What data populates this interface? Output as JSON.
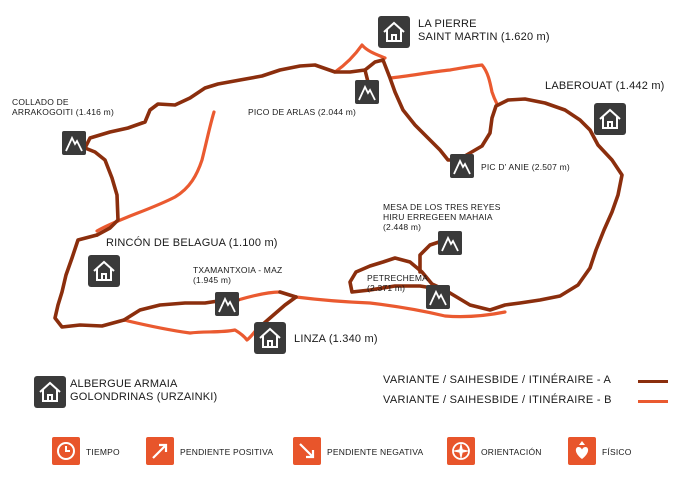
{
  "colors": {
    "variant_a": "#8b2e0d",
    "variant_b": "#ea5a30",
    "pin": "#3a3a3a",
    "icon_bg": "#e8552b"
  },
  "places": {
    "la_pierre": "LA PIERRE\nSAINT MARTIN (1.620 m)",
    "laberouat": "LABEROUAT (1.442 m)",
    "collado": "COLLADO DE\nARRAKOGOITI (1.416 m)",
    "pico_arlas": "PICO DE ARLAS (2.044 m)",
    "pic_anie": "PIC D’ ANIE (2.507 m)",
    "mesa": "MESA DE LOS TRES REYES\nHIRU ERREGEEN MAHAIA\n(2.448 m)",
    "rincon": "RINCÓN DE BELAGUA (1.100 m)",
    "txamantxoia": "TXAMANTXOIA - MAZ\n(1.945 m)",
    "petrechema": "PETRECHEMA\n(2.371 m)",
    "linza": "LINZA (1.340 m)"
  },
  "legend": {
    "albergue": "ALBERGUE ARMAIA\nGOLONDRINAS (URZAINKI)",
    "variant_a": "VARIANTE / SAIHESBIDE / ITINÉRAIRE - A",
    "variant_b": "VARIANTE / SAIHESBIDE / ITINÉRAIRE - B"
  },
  "icons": [
    {
      "name": "clock-icon",
      "label": "TIEMPO"
    },
    {
      "name": "uphill-arrow-icon",
      "label": "PENDIENTE POSITIVA"
    },
    {
      "name": "downhill-arrow-icon",
      "label": "PENDIENTE NEGATIVA"
    },
    {
      "name": "compass-icon",
      "label": "ORIENTACIÓN"
    },
    {
      "name": "heart-icon",
      "label": "FÍSICO"
    }
  ]
}
